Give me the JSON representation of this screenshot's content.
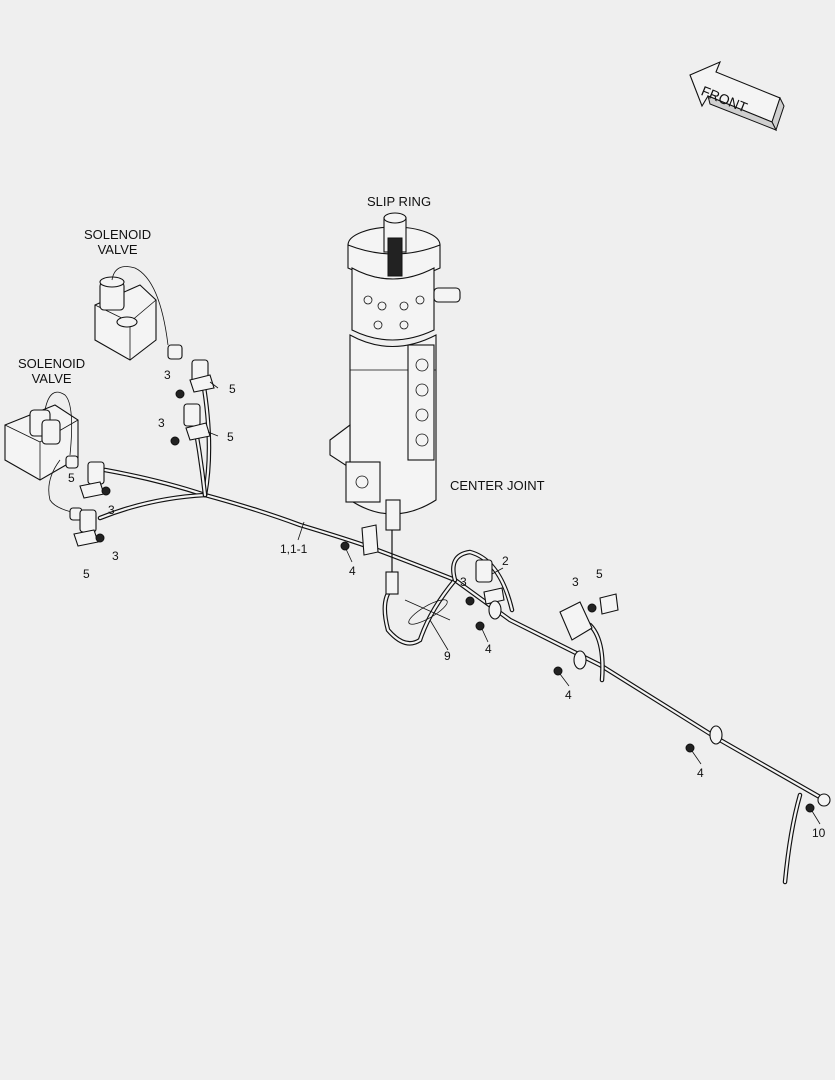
{
  "labels": {
    "front": "FRONT",
    "slip_ring": "SLIP RING",
    "solenoid_valve_top": [
      "SOLENOID",
      "VALVE"
    ],
    "solenoid_valve_left": [
      "SOLENOID",
      "VALVE"
    ],
    "center_joint": "CENTER JOINT"
  },
  "callouts": [
    "3",
    "5",
    "3",
    "5",
    "5",
    "3",
    "3",
    "5",
    "1,1-1",
    "4",
    "2",
    "3",
    "9",
    "4",
    "3",
    "5",
    "4",
    "4",
    "10"
  ]
}
